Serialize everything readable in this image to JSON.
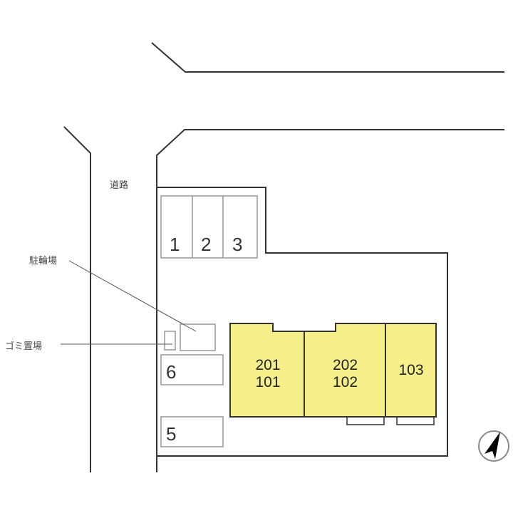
{
  "labels": {
    "road": "道路",
    "bicycle_parking": "駐輪場",
    "garbage_area": "ゴミ置場"
  },
  "parking_spaces": [
    {
      "id": "1"
    },
    {
      "id": "2"
    },
    {
      "id": "3"
    },
    {
      "id": "6"
    },
    {
      "id": "5"
    }
  ],
  "units": [
    {
      "upper": "201",
      "lower": "101"
    },
    {
      "upper": "202",
      "lower": "102"
    },
    {
      "upper": "103",
      "lower": ""
    }
  ],
  "colors": {
    "building_fill": "#f7f08a",
    "building_stroke": "#333333",
    "line": "#333333",
    "space_stroke": "#999999"
  },
  "compass": {
    "icon": "north-arrow-icon"
  }
}
